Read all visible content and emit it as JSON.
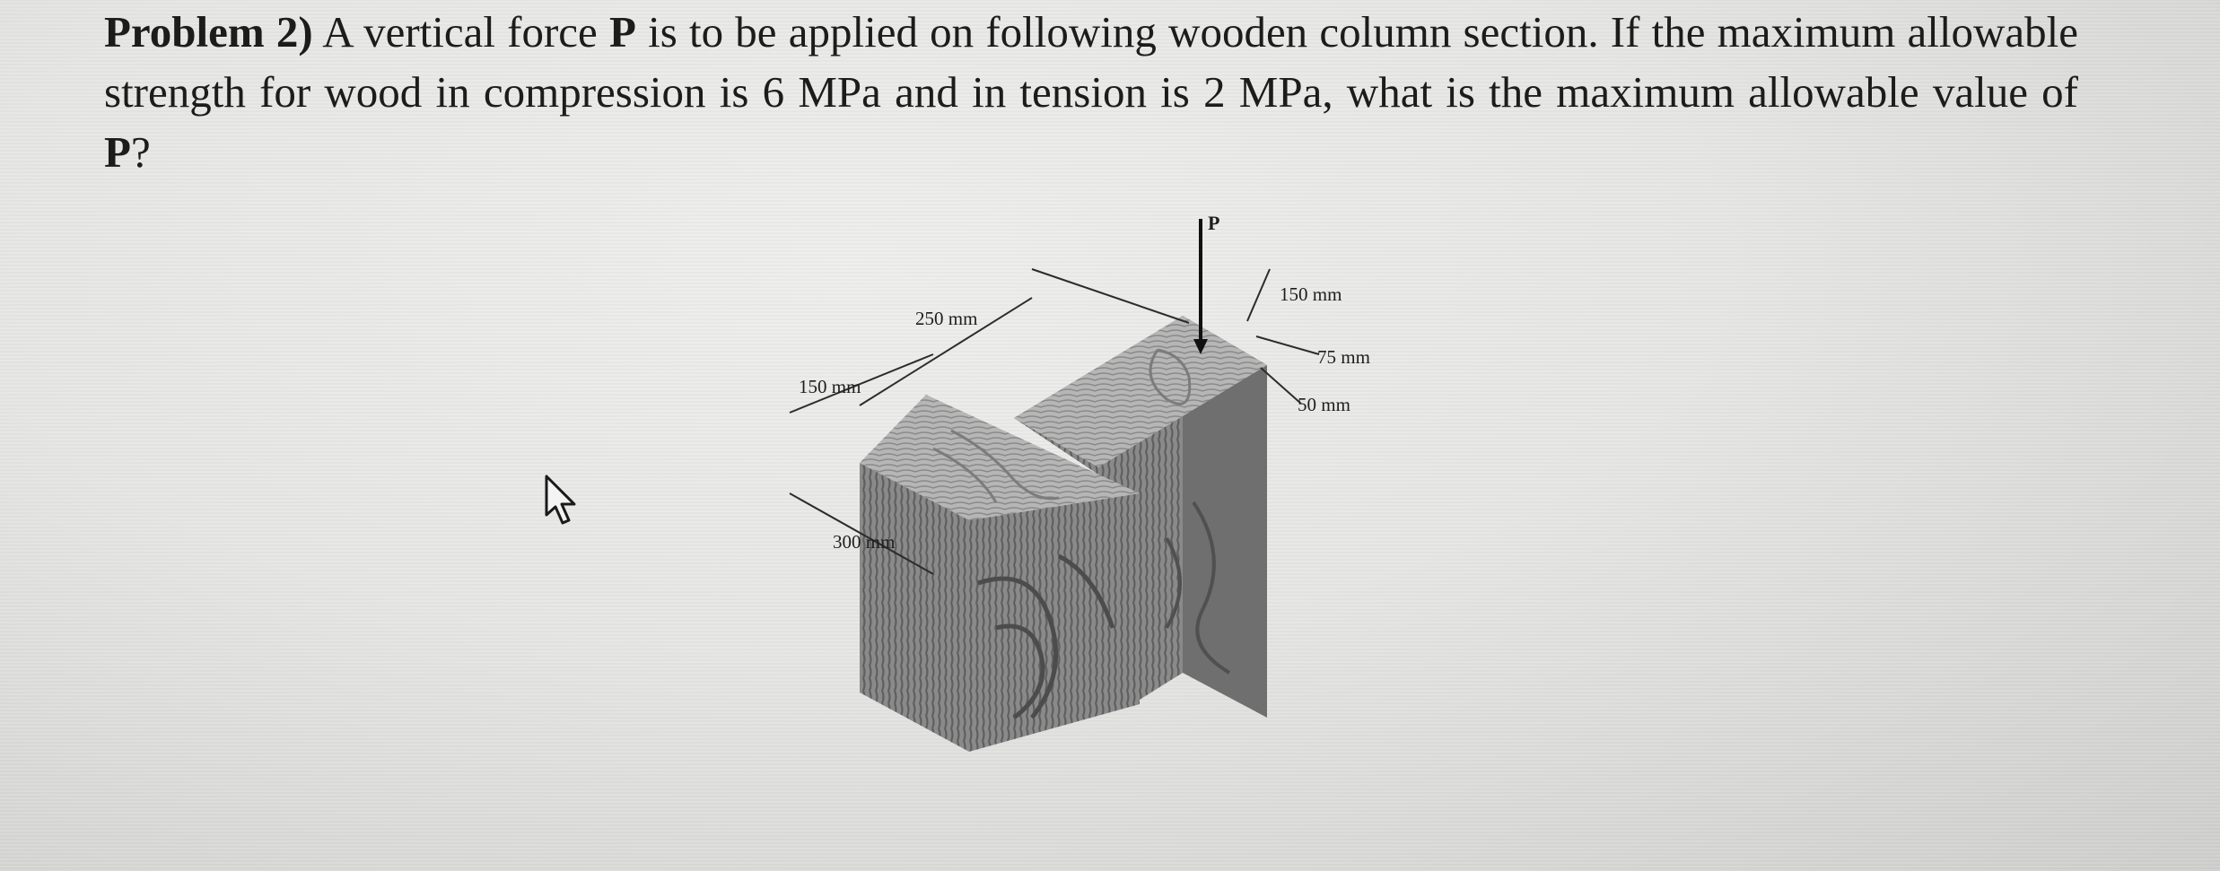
{
  "problem": {
    "heading": "Problem 2)",
    "text_1": " A vertical force ",
    "force_symbol": "P",
    "text_2": " is to be applied on following wooden column section. If the maximum allowable strength for wood in compression is 6 MPa and in tension is 2 MPa, what is the maximum allowable value of ",
    "force_symbol_end": "P",
    "text_3": "?"
  },
  "figure": {
    "force_label": "P",
    "dims": {
      "top_250": "250 mm",
      "left_150": "150 mm",
      "height_300": "300 mm",
      "right_150": "150 mm",
      "right_75": "75 mm",
      "right_50": "50 mm"
    }
  },
  "colors": {
    "text": "#1c1c1c",
    "wood_face": "#8c8c8c",
    "wood_top": "#b4b4b4",
    "wood_dark": "#6e6e6e"
  },
  "icons": {
    "cursor": "mouse-pointer-icon"
  }
}
